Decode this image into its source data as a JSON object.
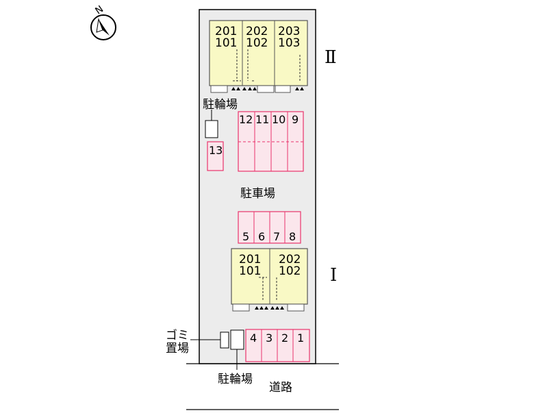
{
  "compass": {
    "north_label": "N",
    "icon": "compass-icon"
  },
  "colors": {
    "site": "#ececec",
    "building": "#f9f9c5",
    "parking_stroke": "#e8336b",
    "parking_fill": "#fbe6ec"
  },
  "building_II": {
    "label": "Ⅱ",
    "units": [
      {
        "upper": "201",
        "lower": "101"
      },
      {
        "upper": "202",
        "lower": "102"
      },
      {
        "upper": "203",
        "lower": "103"
      }
    ]
  },
  "building_I": {
    "label": "Ⅰ",
    "units": [
      {
        "upper": "201",
        "lower": "101"
      },
      {
        "upper": "202",
        "lower": "102"
      }
    ]
  },
  "labels": {
    "bicycle_parking_top": "駐輪場",
    "parking_lot": "駐車場",
    "garbage_line1": "ゴミ",
    "garbage_line2": "置場",
    "bicycle_parking_bottom": "駐輪場",
    "road": "道路"
  },
  "parking": {
    "upper_row": [
      "12",
      "11",
      "10",
      "9"
    ],
    "single": "13",
    "middle_row": [
      "5",
      "6",
      "7",
      "8"
    ],
    "bottom_row": [
      "4",
      "3",
      "2",
      "1"
    ]
  }
}
